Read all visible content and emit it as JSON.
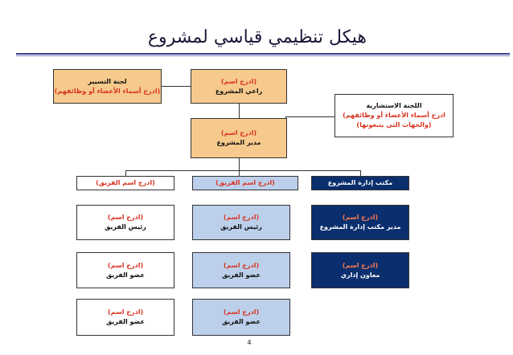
{
  "title": "هيكل تنظيمي قياسي لمشروع",
  "page_number": "4",
  "boxes": {
    "sponsor": {
      "line1": "(ادرج اسم)",
      "line2": "راعي المشروع"
    },
    "steering": {
      "line1": "لجنة التسيير",
      "line2": "(ادرج أسماء الأعضاء أو وظائفهم)"
    },
    "advisory": {
      "line1": "اللجنة الاستشارية",
      "line2": "ادرج أسماء الأعضاء أو وظائفهم)",
      "line3": "(والجهات التي يتبعونها)"
    },
    "manager": {
      "line1": "(ادرج اسم)",
      "line2": "مدير المشروع"
    },
    "team_left": {
      "header": "(ادرج اسم الفريق)",
      "lead": {
        "line1": "(ادرج اسم)",
        "line2": "رئيس الفريق"
      },
      "members": [
        {
          "line1": "(ادرج اسم)",
          "line2": "عضو الفريق"
        },
        {
          "line1": "(ادرج اسم)",
          "line2": "عضو الفريق"
        }
      ]
    },
    "team_mid": {
      "header": "(ادرج اسم الفريق)",
      "lead": {
        "line1": "(ادرج اسم)",
        "line2": "رئيس الفريق"
      },
      "members": [
        {
          "line1": "(ادرج اسم)",
          "line2": "عضو الفريق"
        },
        {
          "line1": "(ادرج اسم)",
          "line2": "عضو الفريق"
        }
      ]
    },
    "pmo": {
      "header": "مكتب إدارة المشروع",
      "lead": {
        "line1": "(ادرج اسم)",
        "line2": "مدير مكتب إدارة المشروع"
      },
      "members": [
        {
          "line1": "(ادرج اسم)",
          "line2": "معاون إداري"
        }
      ]
    }
  },
  "colors": {
    "orange": "#f6c98c",
    "light_blue": "#bcd0ec",
    "navy": "#0b2f6e",
    "placeholder_red": "#d9321e"
  }
}
